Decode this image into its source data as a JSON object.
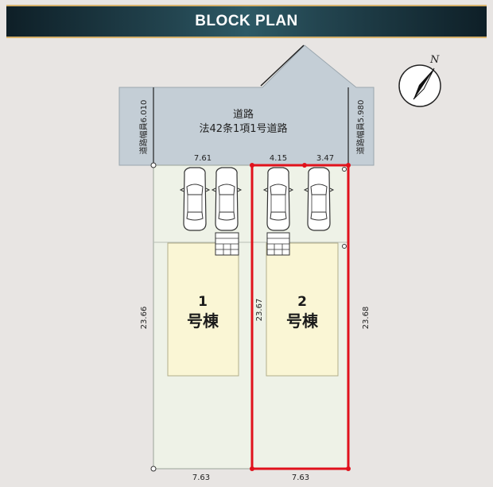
{
  "header": {
    "title": "BLOCK PLAN"
  },
  "compass": {
    "north_label": "N"
  },
  "road": {
    "name": "道路",
    "classification": "法42条1項1号道路",
    "width_left": "道路幅員6.010",
    "width_right": "道路幅員5.980"
  },
  "dimensions": {
    "frontage_1": "7.61",
    "frontage_2a": "4.15",
    "frontage_2b": "3.47",
    "left_depth": "23.66",
    "middle_depth": "23.67",
    "right_depth": "23.68",
    "bottom_1": "7.63",
    "bottom_2": "7.63"
  },
  "buildings": [
    {
      "number": "1",
      "label": "号棟"
    },
    {
      "number": "2",
      "label": "号棟"
    }
  ],
  "colors": {
    "road": "#c4ced6",
    "lot": "#eef2e7",
    "building": "#faf6d5",
    "highlight": "#e0121c"
  }
}
